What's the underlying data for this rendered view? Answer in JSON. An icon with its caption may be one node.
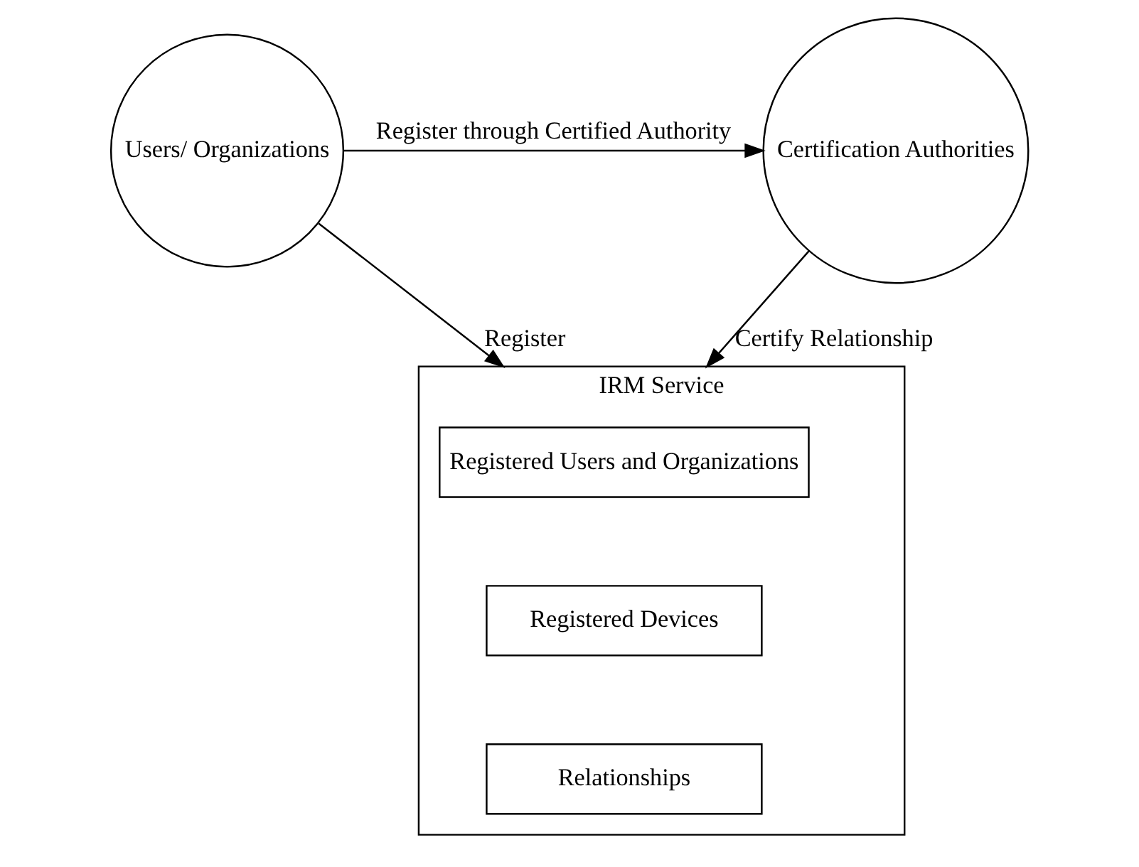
{
  "diagram": {
    "nodes": [
      {
        "text": [
          "Users/ Organizations"
        ]
      },
      {
        "text": [
          "Certification Authorities"
        ]
      },
      {
        "text": [
          "IRM Service"
        ]
      },
      {
        "text": [
          "Registered Users and Organizations"
        ],
        "in": 2
      },
      {
        "text": [
          "Registered Devices"
        ],
        "in": 2
      },
      {
        "text": [
          "Relationships"
        ],
        "in": 2
      }
    ],
    "edges": [
      {
        "from": 0,
        "to": 1,
        "arrow": "to",
        "label": "Register through Certified Authority"
      },
      {
        "from": 0,
        "to": 2,
        "arrow": "to",
        "label": "Register"
      },
      {
        "from": 1,
        "to": 2,
        "arrow": "to",
        "label": "Certify Relationship"
      }
    ]
  }
}
